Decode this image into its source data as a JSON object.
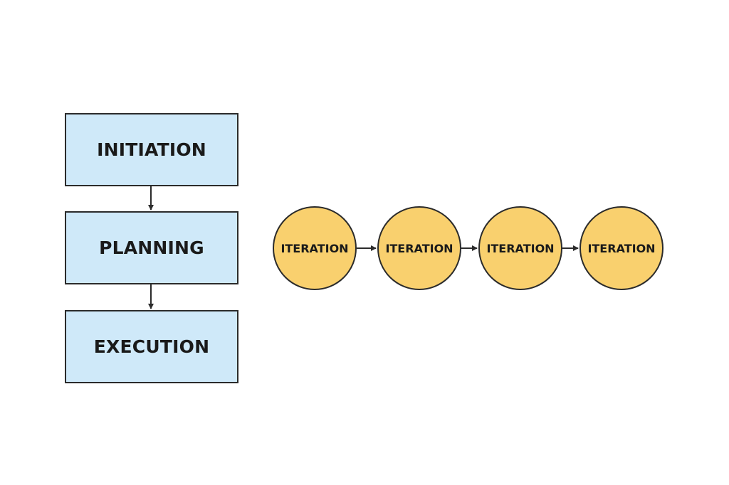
{
  "diagram": {
    "phases": [
      {
        "label": "INITIATION"
      },
      {
        "label": "PLANNING"
      },
      {
        "label": "EXECUTION"
      }
    ],
    "iterations": [
      {
        "label": "ITERATION"
      },
      {
        "label": "ITERATION"
      },
      {
        "label": "ITERATION"
      },
      {
        "label": "ITERATION"
      }
    ],
    "colors": {
      "phase_fill": "#cfe9f9",
      "iteration_fill": "#f9d06e",
      "stroke": "#2b2b2b"
    }
  }
}
